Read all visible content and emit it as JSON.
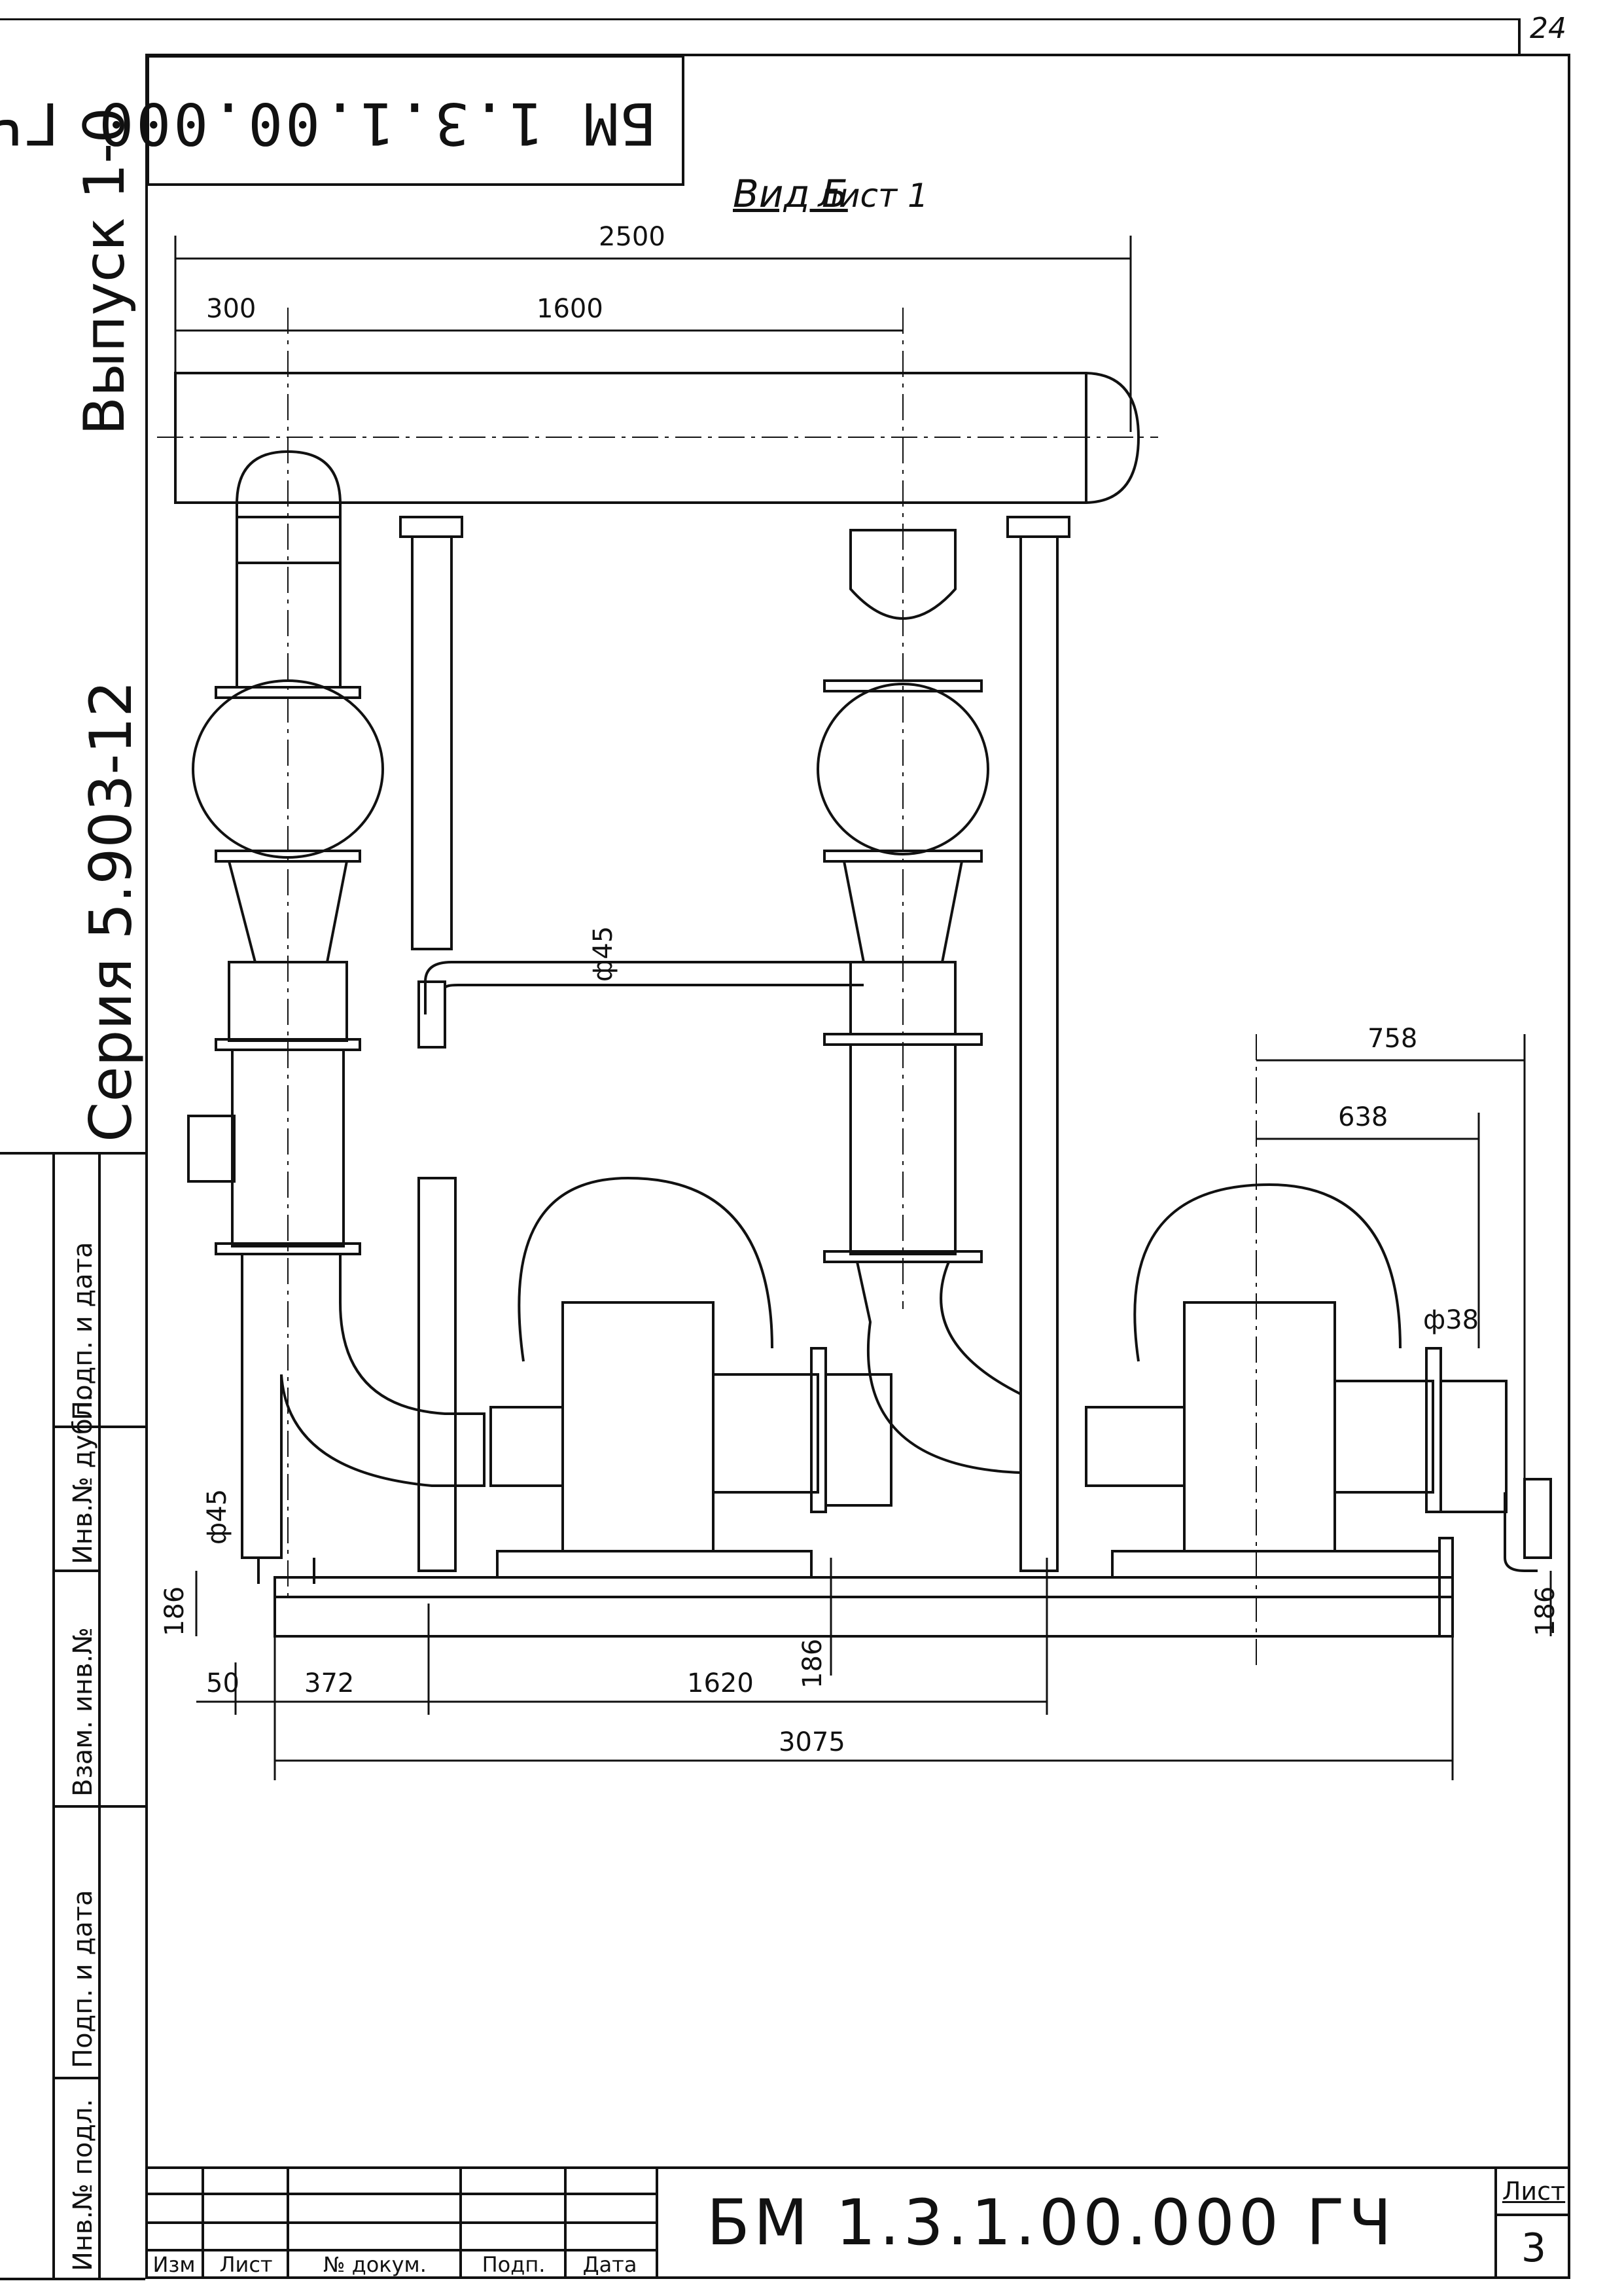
{
  "header": {
    "sheet_number": "24",
    "rotated_code": "БМ 1.3.1.00.000 ГЧ",
    "view_title": "Вид Б",
    "view_sheet": "лист 1"
  },
  "left_margin": {
    "issue": "Выпуск 1-0",
    "series": "Серия 5.903-12",
    "stamp_fields": [
      "Инв.№ подл.",
      "Подп. и дата",
      "Взам. инв.№",
      "Инв.№ дубл.",
      "Подп. и дата"
    ]
  },
  "dimensions": {
    "d2500": "2500",
    "d300": "300",
    "d1600": "1600",
    "d758": "758",
    "d638": "638",
    "dia45_top": "ф45",
    "dia45_bottom": "ф45",
    "dia38": "ф38",
    "d186_left": "186",
    "d186_mid": "186",
    "d186_right": "186",
    "d50": "50",
    "d372": "372",
    "d1620": "1620",
    "d3075": "3075"
  },
  "title_block": {
    "columns": [
      "Изм",
      "Лист",
      "№ докум.",
      "Подп.",
      "Дата"
    ],
    "document_code": "БМ 1.3.1.00.000 ГЧ",
    "sheet_label": "Лист",
    "sheet_value": "3"
  }
}
